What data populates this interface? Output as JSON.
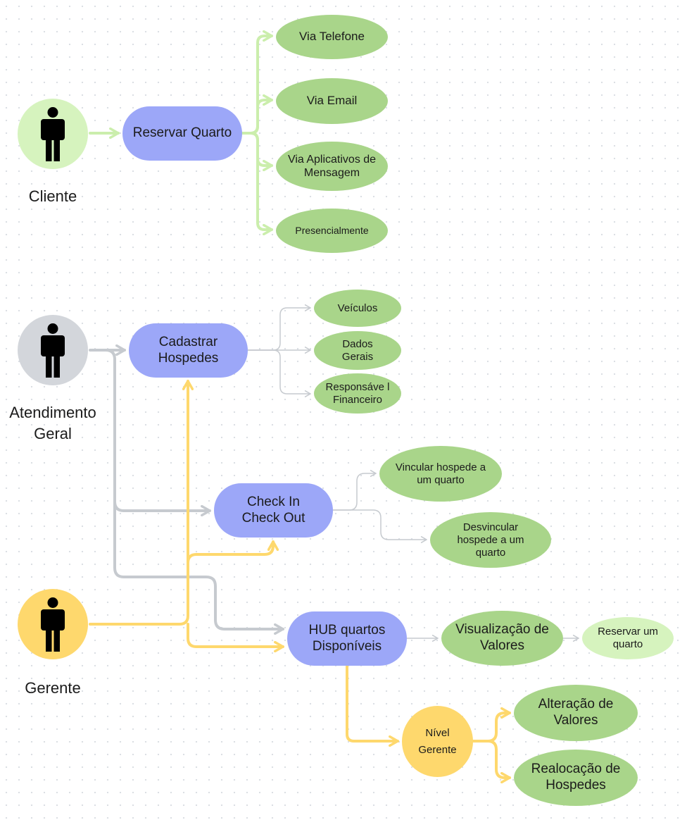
{
  "colors": {
    "client_line": "#cbeeac",
    "staff_line": "#c6cacf",
    "manager_line": "#fed86d",
    "node_blue": "#9ca7f8",
    "node_green": "#a9d58a",
    "node_light_green": "#d6f3be",
    "node_yellow": "#fed86d"
  },
  "actors": {
    "cliente": {
      "label": "Cliente",
      "icon": "person-icon"
    },
    "atendimento": {
      "label": "Atendimento Geral",
      "icon": "person-icon"
    },
    "gerente": {
      "label": "Gerente",
      "icon": "person-icon"
    }
  },
  "nodes": {
    "reservar_quarto": "Reservar Quarto",
    "via_telefone": "Via Telefone",
    "via_email": "Via Email",
    "via_aplicativos": "Via Aplicativos de Mensagem",
    "presencialmente": "Presencialmente",
    "cadastrar_hospedes": "Cadastrar Hospedes",
    "veiculos": "Veículos",
    "dados_gerais": "Dados Gerais",
    "responsavel_financeiro": "Responsáve l Financeiro",
    "check_in_out": "Check In Check Out",
    "vincular_hospede": "Vincular hospede a um quarto",
    "desvincular_hospede": "Desvincular hospede a um quarto",
    "hub_quartos": "HUB quartos Disponíveis",
    "visualizacao_valores": "Visualização de Valores",
    "reservar_um_quarto": "Reservar um quarto",
    "nivel_gerente": "Nível Gerente",
    "alteracao_valores": "Alteração de Valores",
    "realocacao_hospedes": "Realocação de Hospedes"
  }
}
